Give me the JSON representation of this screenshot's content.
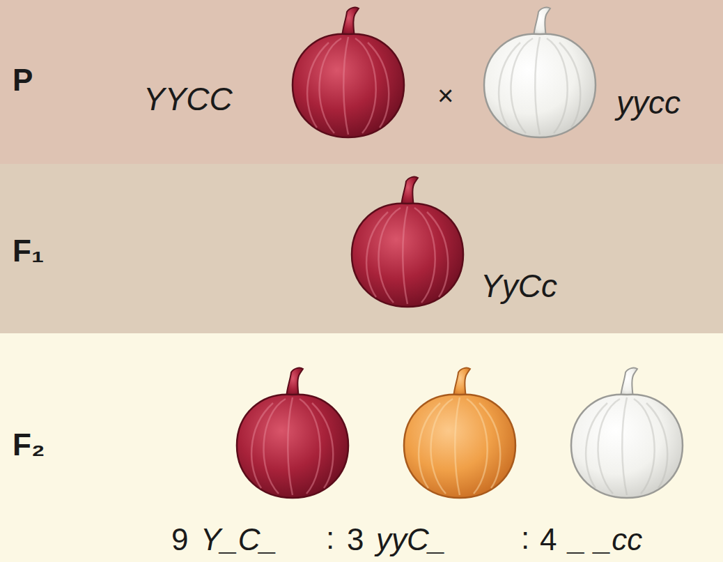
{
  "diagram": {
    "nodes": [
      {
        "text": [
          "P",
          "YYCC",
          "×",
          "yycc"
        ]
      },
      {
        "text": [
          "F₁",
          "YyCc"
        ]
      },
      {
        "text": [
          "F₂",
          "9",
          "Y_C_",
          ":",
          "3",
          "yyC_",
          ":",
          "4",
          "_ _cc"
        ]
      }
    ]
  }
}
